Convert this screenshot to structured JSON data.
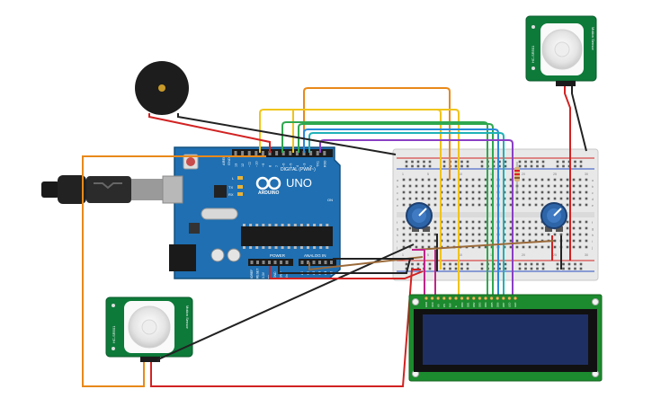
{
  "arduino": {
    "logo": "ARDUINO",
    "model": "UNO",
    "digital_label": "DIGITAL (PWM~)",
    "power_label": "POWER",
    "analog_label": "ANALOG IN",
    "aref": "AREF",
    "gnd": "GND",
    "tx": "TX",
    "rx": "RX",
    "l": "L",
    "on": "ON",
    "pin_labels": [
      "13",
      "12",
      "~11",
      "~10",
      "~9",
      "8",
      "7",
      "~6",
      "~5",
      "4",
      "~3",
      "2",
      "TX1",
      "RX0"
    ],
    "power_pins": [
      "IOREF",
      "RESET",
      "3.3V",
      "5V",
      "GND",
      "GND",
      "Vin"
    ],
    "analog_pins": [
      "A0",
      "A1",
      "A2",
      "A3",
      "A4",
      "A5"
    ]
  },
  "pir_sensor": {
    "left_text": "HC-SR501",
    "right_text": "Motion Sensor"
  },
  "breadboard": {
    "column_numbers": [
      "1",
      "5",
      "10",
      "15",
      "20",
      "25",
      "30"
    ],
    "row_letters_top": [
      "a",
      "b",
      "c",
      "d",
      "e"
    ],
    "row_letters_bottom": [
      "f",
      "g",
      "h",
      "i",
      "j"
    ]
  },
  "lcd": {
    "pins": [
      "GND",
      "VCC",
      "V0",
      "RS",
      "RW",
      "E",
      "DB0",
      "DB1",
      "DB2",
      "DB3",
      "DB4",
      "DB5",
      "DB6",
      "DB7",
      "LED",
      "LED"
    ]
  },
  "colors": {
    "arduino_board": "#1f6fb2",
    "pcb_green": "#0d7a3a",
    "breadboard": "#e8e8e8",
    "lcd_board": "#1c8a2e",
    "lcd_screen": "#1e2f63",
    "wire_red": "#d22222",
    "wire_black": "#222222",
    "wire_orange": "#e8891a",
    "wire_yellow": "#f0c419",
    "wire_green": "#2fa84f",
    "wire_blue": "#2a8ad8",
    "wire_teal": "#1fb1b8",
    "wire_purple": "#8a3fc4",
    "wire_brown": "#9a6a3a",
    "wire_magenta": "#c2238a",
    "potentiometer": "#2d65a8"
  }
}
